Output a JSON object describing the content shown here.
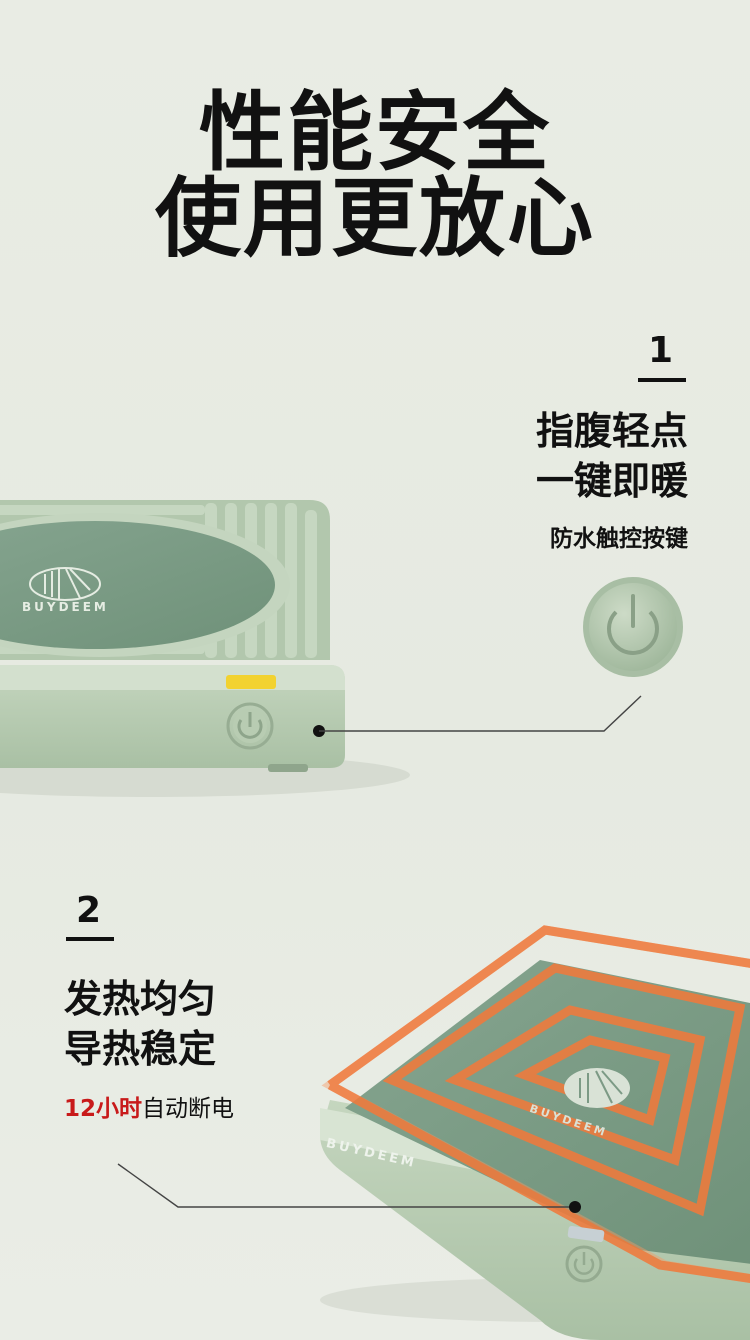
{
  "headline": {
    "line1": "性能安全",
    "line2": "使用更放心"
  },
  "feature1": {
    "number": "1",
    "line1": "指腹轻点",
    "line2": "一键即暖",
    "caption": "防水触控按键"
  },
  "feature2": {
    "number": "2",
    "line1": "发热均匀",
    "line2": "导热稳定",
    "caption_highlight": "12小时",
    "caption_rest": "自动断电"
  },
  "product": {
    "brand_top": "BUYDEEM",
    "brand_bottom_pad": "BUYDEEM",
    "brand_bottom_base": "BUYDEEM"
  },
  "colors": {
    "accent_red": "#c81a1a",
    "device_green": "#b9cdb3",
    "pad_green": "#7f9e88",
    "heat_orange": "#f07a3c",
    "indicator_yellow": "#f2d230"
  }
}
